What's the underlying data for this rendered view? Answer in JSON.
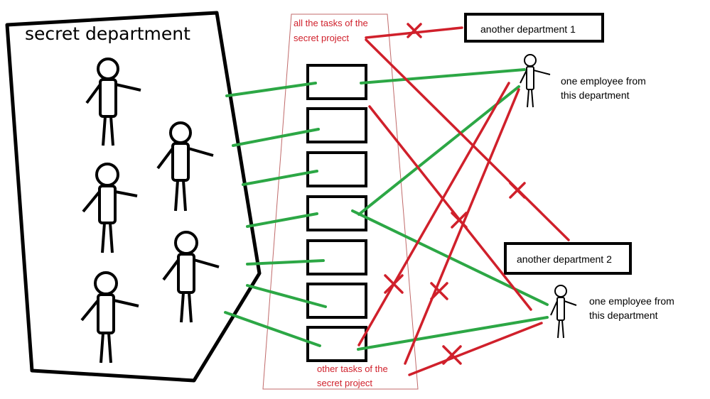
{
  "labels": {
    "secret_department": "secret department",
    "all_tasks": [
      "all the tasks of the",
      "secret project"
    ],
    "other_tasks": [
      "other tasks of the",
      "secret project"
    ],
    "another_department_1": "another department 1",
    "another_department_2": "another department 2",
    "employee_1": [
      "one employee from",
      "this department"
    ],
    "employee_2": [
      "one employee from",
      "this department"
    ]
  },
  "colors": {
    "green": "#2ca745",
    "red": "#d0202b",
    "black": "#000000",
    "funnel": "#c06a6a"
  }
}
